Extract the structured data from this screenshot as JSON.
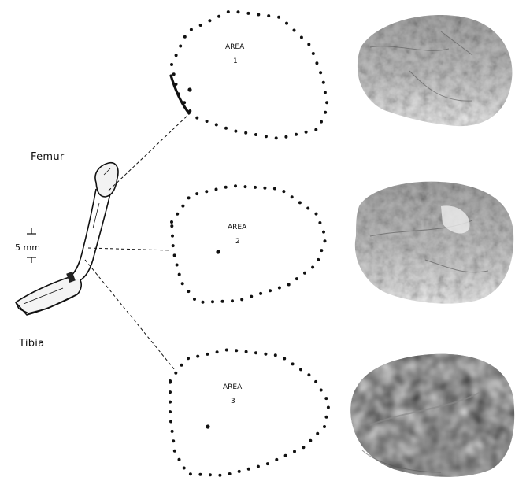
{
  "labels": {
    "femur": "Femur",
    "tibia": "Tibia",
    "scale": "5 mm"
  },
  "areas": [
    {
      "title": "AREA",
      "number": "1"
    },
    {
      "title": "AREA",
      "number": "2"
    },
    {
      "title": "AREA",
      "number": "3"
    }
  ],
  "colors": {
    "ink": "#111111",
    "specimen_light": "#d3d3d3",
    "specimen_dark": "#2e2e2e"
  }
}
